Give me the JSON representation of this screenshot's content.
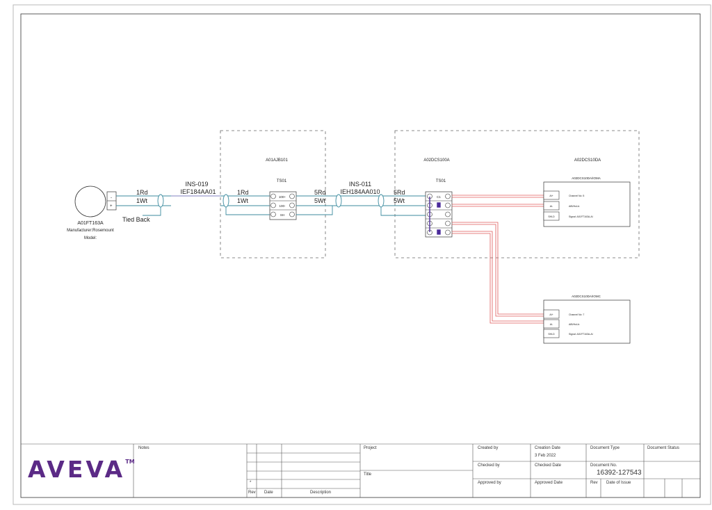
{
  "colors": {
    "wire_blue": "#3b8a9e",
    "wire_red": "#e05a5a",
    "purple": "#5b2a86",
    "dashed": "#666666"
  },
  "instrument": {
    "tag": "A01FT163A",
    "manufacturer": "Manufacturer:Rosemount",
    "model": "Model:",
    "terminal_minus": "-",
    "terminal_plus": "+",
    "tied_back": "Tied Back"
  },
  "cable1": {
    "line1": "INS-019",
    "line2": "IEF184AA01"
  },
  "cable2": {
    "line1": "INS-011",
    "line2": "IEH184AA010"
  },
  "cores": {
    "a_rd": "1Rd",
    "a_wt": "1Wt",
    "b_rd": "1Rd",
    "b_wt": "1Wt",
    "c_rd": "5Rd",
    "c_wt": "5Wt",
    "d_rd": "5Rd",
    "d_wt": "5Wt"
  },
  "jb": {
    "tag": "A01AJB101",
    "strip": "TS01",
    "terminals": [
      "100+",
      "100-",
      "SH"
    ]
  },
  "dcs": {
    "left_tag": "A02DCS100A",
    "right_tag": "A02DCS10DA",
    "strip": "TS01",
    "terminals": [
      "C1",
      "",
      "",
      "",
      ""
    ]
  },
  "io_card_1": {
    "title": "A02DCS10DA/IOMA",
    "rows": [
      {
        "pin": "AI+",
        "desc": "Channel No: 5"
      },
      {
        "pin": "AI-",
        "desc": "AIB/HoUv"
      },
      {
        "pin": "SHLD",
        "desc": "Signal: A01FT163A-AI"
      }
    ]
  },
  "io_card_2": {
    "title": "A02DCS10DA/IOMC",
    "rows": [
      {
        "pin": "AI+",
        "desc": "Channel No: 7"
      },
      {
        "pin": "AI-",
        "desc": "AIB/HoUv"
      },
      {
        "pin": "SHLD",
        "desc": "Signal: A01FT163A-AI"
      }
    ]
  },
  "title_block": {
    "logo": "AVEVA",
    "trademark": "TM",
    "notes": "Notes",
    "rev": "Rev",
    "date": "Date",
    "description": "Description",
    "rev_marker": "*",
    "project": "Project",
    "title": "Title",
    "created_by": "Created by",
    "checked_by": "Checked by",
    "approved_by": "Approved by",
    "creation_date": "Creation Date",
    "creation_date_value": "3 Feb 2022",
    "checked_date": "Checked Date",
    "approved_date": "Approved Date",
    "document_type": "Document Type",
    "document_status": "Document Status",
    "document_no": "Document No.",
    "document_no_value": "16392-127543",
    "rev2": "Rev",
    "date_of_issue": "Date of Issue"
  }
}
